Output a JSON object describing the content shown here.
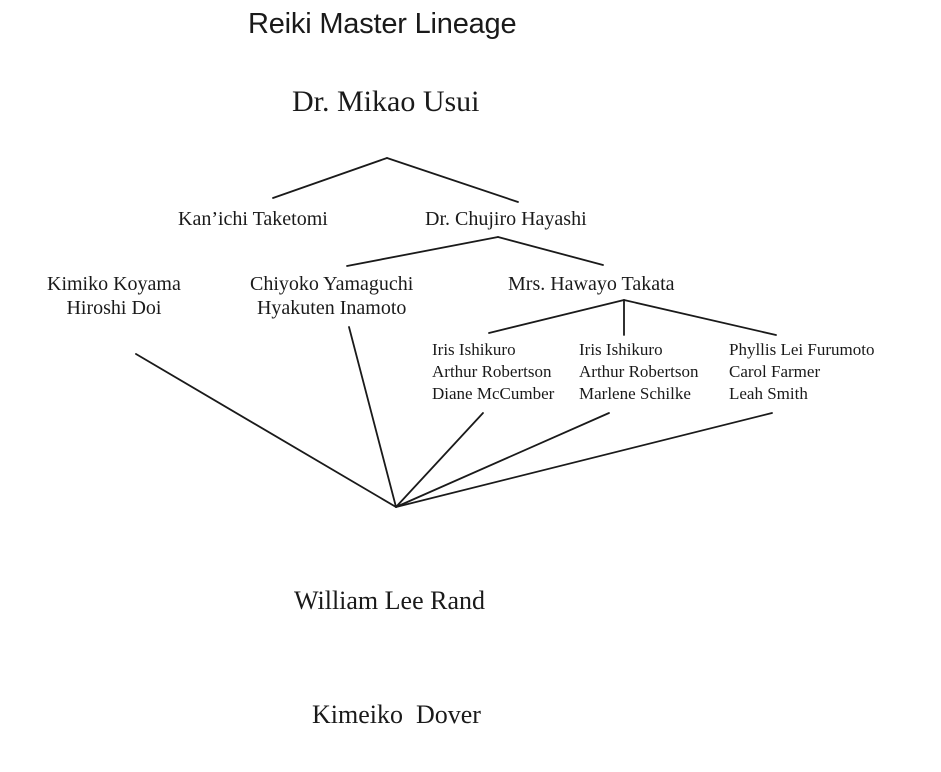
{
  "title": "Reiki Master Lineage",
  "root": "Dr. Mikao Usui",
  "level2": {
    "left": "Kan’ichi Taketomi",
    "right": "Dr. Chujiro Hayashi"
  },
  "level3": {
    "group1": [
      "Kimiko Koyama",
      "Hiroshi Doi"
    ],
    "group2": [
      "Chiyoko Yamaguchi",
      "Hyakuten Inamoto"
    ],
    "group3": [
      "Mrs. Hawayo Takata"
    ]
  },
  "level4": {
    "group1": [
      "Iris Ishikuro",
      "Arthur Robertson",
      "Diane McCumber"
    ],
    "group2": [
      "Iris Ishikuro",
      "Arthur Robertson",
      "Marlene Schilke"
    ],
    "group3": [
      "Phyllis Lei Furumoto",
      "Carol Farmer",
      "Leah Smith"
    ]
  },
  "final": [
    "William Lee Rand",
    "Kimeiko  Dover"
  ]
}
